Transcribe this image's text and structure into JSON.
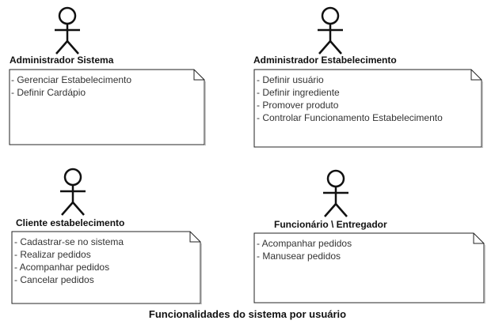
{
  "actors": [
    {
      "name": "Administrador Sistema",
      "functions": [
        "- Gerenciar Estabelecimento",
        "- Definir Cardápio"
      ]
    },
    {
      "name": "Administrador Estabelecimento",
      "functions": [
        "- Definir usuário",
        "- Definir ingrediente",
        "- Promover produto",
        "- Controlar Funcionamento Estabelecimento"
      ]
    },
    {
      "name": "Cliente estabelecimento",
      "functions": [
        "- Cadastrar-se no sistema",
        "- Realizar pedidos",
        "- Acompanhar pedidos",
        "- Cancelar pedidos"
      ]
    },
    {
      "name": "Funcionário \\ Entregador",
      "functions": [
        "- Acompanhar pedidos",
        "- Manusear pedidos"
      ]
    }
  ],
  "caption": "Funcionalidades do sistema por usuário"
}
